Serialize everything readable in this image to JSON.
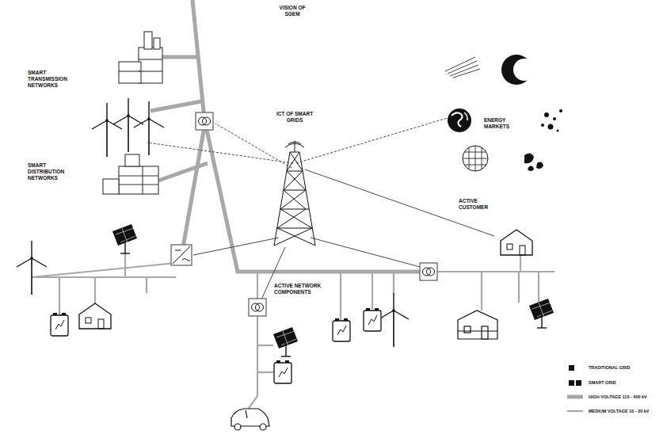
{
  "diagram": {
    "title": "VISION OF SGEM",
    "labels": [
      "SMART TRANSMISSION NETWORKS",
      "ICT OF SMART GRIDS",
      "ENERGY MARKETS",
      "SMART DISTRIBUTION NETWORKS",
      "ACTIVE NETWORK COMPONENTS",
      "ACTIVE CUSTOMER"
    ],
    "legend": [
      {
        "text": "TRADITIONAL GRID",
        "color": "#111111"
      },
      {
        "text": "SMART GRID"
      },
      {
        "text": "HIGH VOLTAGE 110 - 400 kV"
      },
      {
        "text": "MEDIUM VOLTAGE 10 - 20 kV"
      }
    ]
  }
}
